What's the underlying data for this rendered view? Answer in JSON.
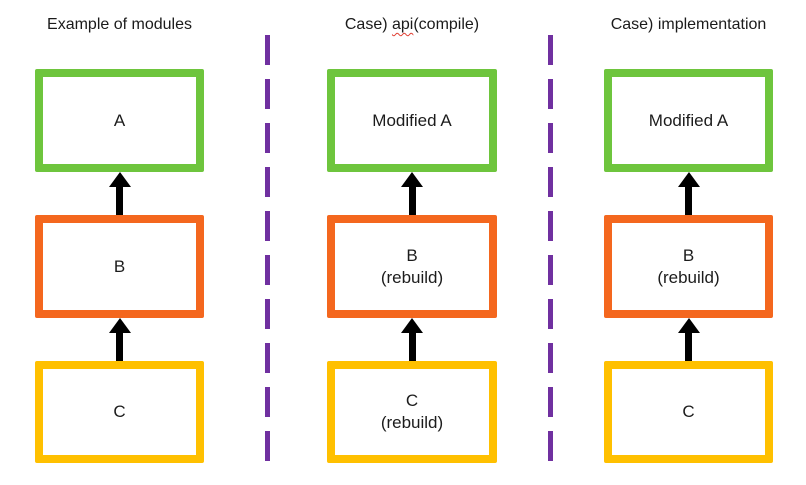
{
  "colors": {
    "module-a": "#6ec53d",
    "module-b": "#f4671e",
    "module-c": "#ffc000",
    "separator": "#7030a0",
    "arrow": "#000000",
    "spellcheck": "#e03c31"
  },
  "columns": [
    {
      "title": "Example of modules",
      "boxes": [
        {
          "label": "A"
        },
        {
          "label": "B"
        },
        {
          "label": "C"
        }
      ]
    },
    {
      "title_prefix": "Case) ",
      "title_word": "api",
      "title_suffix": "(compile)",
      "boxes": [
        {
          "label": "Modified A"
        },
        {
          "label": "B",
          "sublabel": "(rebuild)"
        },
        {
          "label": "C",
          "sublabel": "(rebuild)"
        }
      ]
    },
    {
      "title": "Case) implementation",
      "boxes": [
        {
          "label": "Modified A"
        },
        {
          "label": "B",
          "sublabel": "(rebuild)"
        },
        {
          "label": "C"
        }
      ]
    }
  ]
}
